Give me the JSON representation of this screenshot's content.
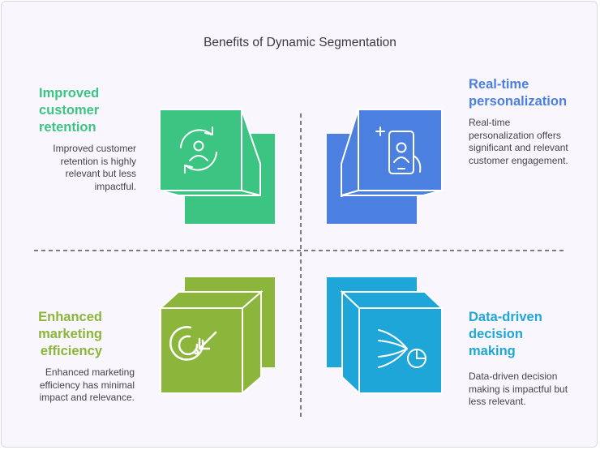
{
  "title": "Benefits of Dynamic Segmentation",
  "colors": {
    "green": "#3cc482",
    "blue": "#4b7fe0",
    "lime": "#8cb53b",
    "cyan": "#1fa6d8"
  },
  "quadrants": {
    "top_left": {
      "heading": "Improved customer retention",
      "description": "Improved customer retention is highly relevant but less impactful.",
      "icon": "user-refresh-icon"
    },
    "top_right": {
      "heading": "Real-time personalization",
      "description": "Real-time personalization offers significant and relevant customer engagement.",
      "icon": "smartphone-user-icon"
    },
    "bottom_left": {
      "heading": "Enhanced marketing efficiency",
      "description": "Enhanced marketing efficiency has minimal impact and relevance.",
      "icon": "target-arrow-icon"
    },
    "bottom_right": {
      "heading": "Data-driven decision making",
      "description": "Data-driven decision making is impactful but less relevant.",
      "icon": "data-flow-chart-icon"
    }
  }
}
